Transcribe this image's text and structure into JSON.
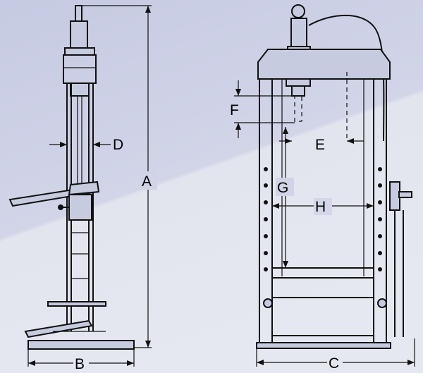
{
  "background": {
    "top": "#c9cde3",
    "bottom": "#e4e6f0",
    "line": "#111111"
  },
  "labels": {
    "A": "A",
    "B": "B",
    "C": "C",
    "D": "D",
    "E": "E",
    "F": "F",
    "G": "G",
    "H": "H"
  }
}
